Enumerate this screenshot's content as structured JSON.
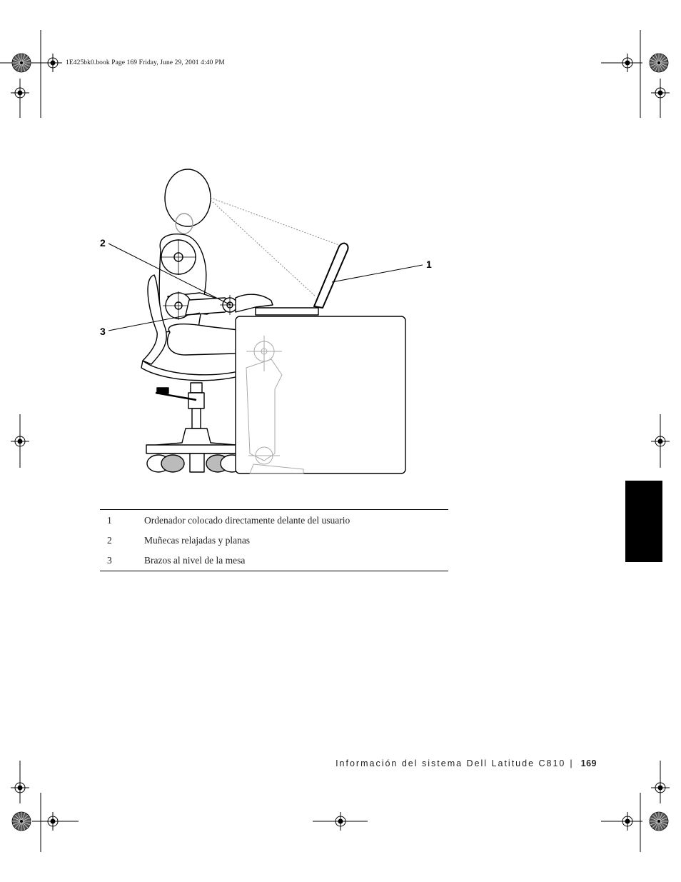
{
  "slug_line": "1E425bk0.book  Page 169  Friday, June 29, 2001  4:40 PM",
  "figure": {
    "callouts": [
      "1",
      "2",
      "3"
    ]
  },
  "legend": [
    {
      "num": "1",
      "text": "Ordenador colocado directamente delante del usuario"
    },
    {
      "num": "2",
      "text": "Muñecas relajadas y planas"
    },
    {
      "num": "3",
      "text": "Brazos al nivel de la mesa"
    }
  ],
  "footer": {
    "title": "Información del sistema Dell Latitude C810",
    "separator": "|",
    "page_number": "169"
  },
  "colors": {
    "ink": "#000000",
    "text": "#222222",
    "tab": "#000000"
  }
}
